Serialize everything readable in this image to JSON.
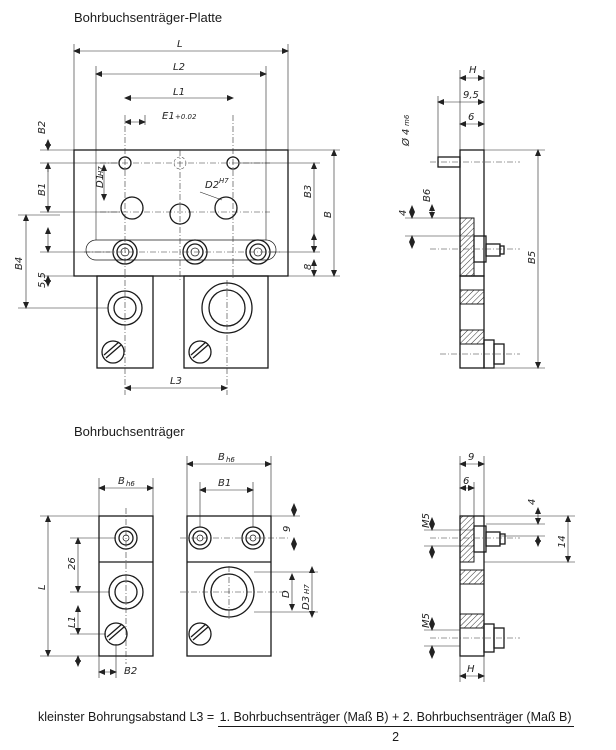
{
  "headings": {
    "plate": "Bohrbuchsenträger-Platte",
    "carrier": "Bohrbuchsenträger"
  },
  "dimensions": {
    "L": "L",
    "L1": "L1",
    "L2": "L2",
    "L3": "L3",
    "E1": "E1",
    "E1_tol": "+0.02",
    "B": "B",
    "B1": "B1",
    "B2": "B2",
    "B3": "B3",
    "B4": "B4",
    "B5": "B5",
    "B6": "B6",
    "Bh6": "B",
    "Bh6_sub": "h6",
    "D": "D",
    "D1": "D1",
    "D1_tol": "H7",
    "D2": "D2",
    "D2_tol": "H7",
    "D3": "D3",
    "D3_tol": "H7",
    "H": "H",
    "M5": "M5",
    "v9_5": "9,5",
    "v6": "6",
    "v4": "4",
    "v8": "8",
    "v5_5": "5,5",
    "v26": "26",
    "v9": "9",
    "v14": "14",
    "phi4": "Ø 4",
    "phi4_tol": "m6"
  },
  "formula": {
    "lhs": "kleinster Bohrungsabstand L3 =",
    "numerator": "1. Bohrbuchsenträger (Maß B) + 2. Bohrbuchsenträger (Maß B)",
    "denominator": "2"
  }
}
